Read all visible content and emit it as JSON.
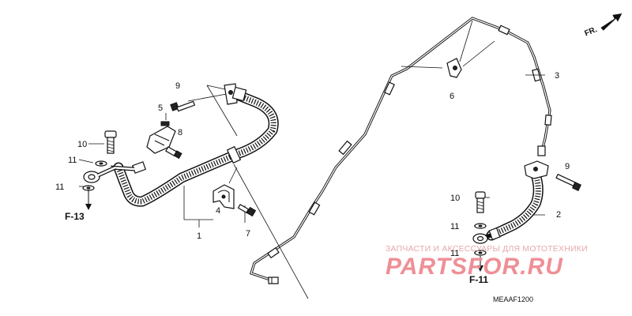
{
  "callouts": {
    "p1": "1",
    "p2": "2",
    "p3": "3",
    "p4": "4",
    "p5": "5",
    "p6": "6",
    "p7": "7",
    "p8": "8",
    "p9_left": "9",
    "p9_right": "9",
    "p10_left": "10",
    "p10_right": "10",
    "p11_left_a": "11",
    "p11_left_b": "11",
    "p11_right_a": "11",
    "p11_right_b": "11"
  },
  "refs": {
    "left": "F-13",
    "right": "F-11"
  },
  "orientation": "FR.",
  "diagram_code": "MEAAF1200",
  "watermark": {
    "tagline": "ЗАПЧАСТИ И АКСЕССУАРЫ ДЛЯ МОТОТЕХНИКИ",
    "brand": "PARTSFOR.RU"
  },
  "icons": {
    "arrow": "fr-arrow-icon"
  }
}
